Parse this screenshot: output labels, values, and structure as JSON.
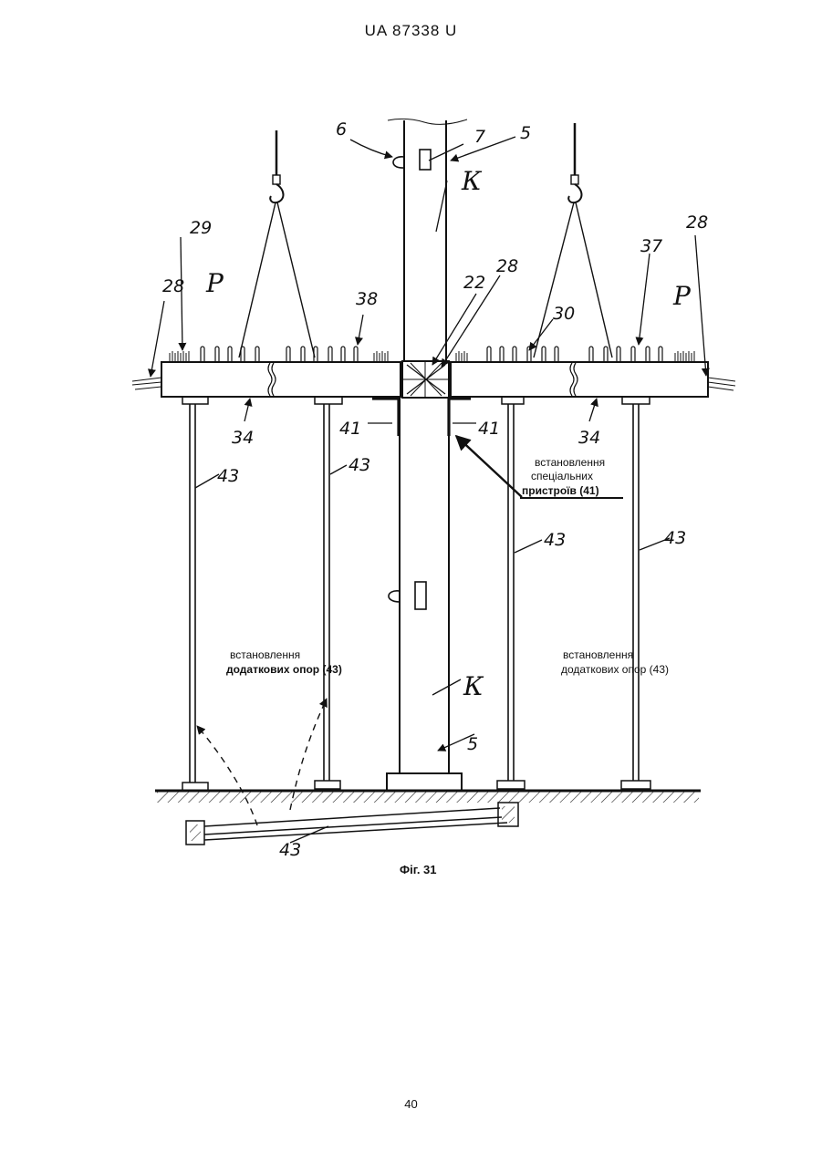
{
  "header": {
    "doc_number": "UA   87338   U"
  },
  "figure": {
    "caption": "Фіг. 31",
    "labels": {
      "l6": "6",
      "l7": "7",
      "l5_top": "5",
      "l5_bottom": "5",
      "k_top": "К",
      "k_bottom": "К",
      "l29": "29",
      "l28_left": "28",
      "l28_mid": "28",
      "l28_right": "28",
      "l38": "38",
      "l22": "22",
      "l30": "30",
      "l37": "37",
      "p_left": "Р",
      "p_right": "Р",
      "l34_left": "34",
      "l34_right": "34",
      "l41_left": "41",
      "l41_right": "41",
      "l43_a": "43",
      "l43_b": "43",
      "l43_c": "43",
      "l43_d": "43",
      "l43_e": "43"
    },
    "notes": {
      "special_line1": "встановлення",
      "special_line2": "спеціальних",
      "special_line3": "пристроїв (41)",
      "supports_left_line1": "встановлення",
      "supports_left_line2": "додаткових опор (43)",
      "supports_right_line1": "встановлення",
      "supports_right_line2": "додаткових опор (43)"
    }
  },
  "footer": {
    "page_number": "40"
  }
}
